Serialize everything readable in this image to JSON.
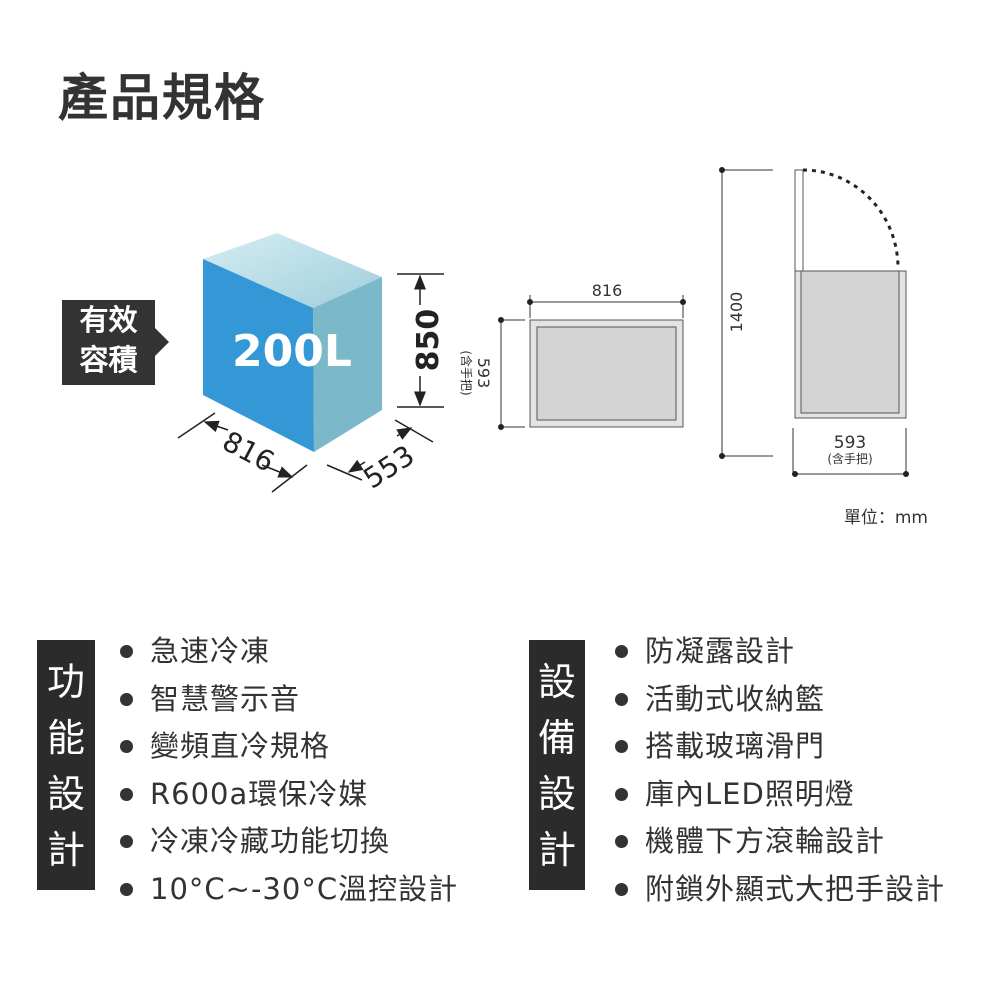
{
  "title": "產品規格",
  "capacity": {
    "label_line1": "有效",
    "label_line2": "容積",
    "value": "200L"
  },
  "dims": {
    "height": "850",
    "width": "816",
    "depth": "553",
    "depth_with_handle": "593",
    "with_handle": "(含手把)",
    "open_height": "1400",
    "unit": "單位：mm"
  },
  "function_design": {
    "label": [
      "功",
      "能",
      "設",
      "計"
    ],
    "items": [
      "急速冷凍",
      "智慧警示音",
      "變頻直冷規格",
      "R600a環保冷媒",
      "冷凍冷藏功能切換",
      "10°C~-30°C溫控設計"
    ]
  },
  "equipment_design": {
    "label": [
      "設",
      "備",
      "設",
      "計"
    ],
    "items": [
      "防凝露設計",
      "活動式收納籃",
      "搭載玻璃滑門",
      "庫內LED照明燈",
      "機體下方滾輪設計",
      "附鎖外顯式大把手設計"
    ]
  },
  "colors": {
    "cube_front": "#3497d6",
    "cube_side": "#7bb8c9",
    "cube_top": "#c2e0ea",
    "dark": "#2b2b2b"
  }
}
